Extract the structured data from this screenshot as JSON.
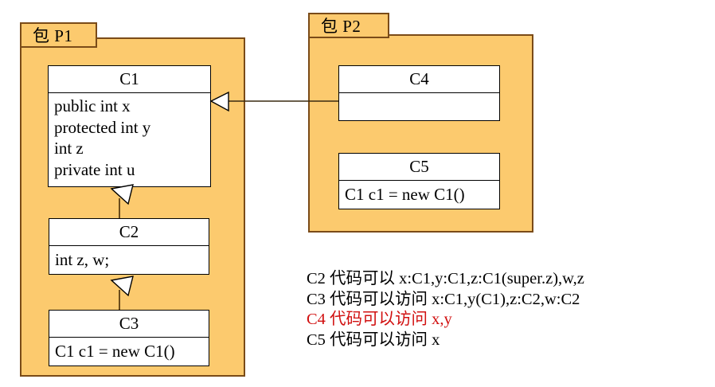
{
  "diagram": {
    "title_hidden": "",
    "packages": [
      {
        "id": "P1",
        "tab_label": "包 P1",
        "classes": [
          {
            "id": "C1",
            "name": "C1",
            "attributes": [
              "public int x",
              "protected int y",
              "int z",
              "private int u"
            ]
          },
          {
            "id": "C2",
            "name": "C2",
            "attributes": [
              "int z, w;"
            ]
          },
          {
            "id": "C3",
            "name": "C3",
            "attributes": [
              "C1 c1 = new C1()"
            ]
          }
        ]
      },
      {
        "id": "P2",
        "tab_label": "包 P2",
        "classes": [
          {
            "id": "C4",
            "name": "C4",
            "attributes": [
              ""
            ]
          },
          {
            "id": "C5",
            "name": "C5",
            "attributes": [
              "C1 c1 = new C1()"
            ]
          }
        ]
      }
    ],
    "relations": [
      {
        "type": "generalization",
        "from": "C2",
        "to": "C1"
      },
      {
        "type": "generalization",
        "from": "C3",
        "to": "C2"
      },
      {
        "type": "generalization",
        "from": "C4",
        "to": "C1"
      }
    ],
    "legend": {
      "lines": [
        {
          "text": "C2 代码可以 x:C1,y:C1,z:C1(super.z),w,z",
          "color": "black"
        },
        {
          "text": "C3 代码可以访问 x:C1,y(C1),z:C2,w:C2",
          "color": "black"
        },
        {
          "text": "C4 代码可以访问 x,y",
          "color": "red"
        },
        {
          "text": "C5 代码可以访问 x",
          "color": "black"
        }
      ]
    },
    "colors": {
      "package_fill": "#fcca6e",
      "package_border": "#7a4b18",
      "class_fill": "#ffffff",
      "class_border": "#000000",
      "line": "#3a2a10",
      "text": "#000000",
      "highlight_text": "#d11010",
      "background": "#ffffff"
    }
  }
}
